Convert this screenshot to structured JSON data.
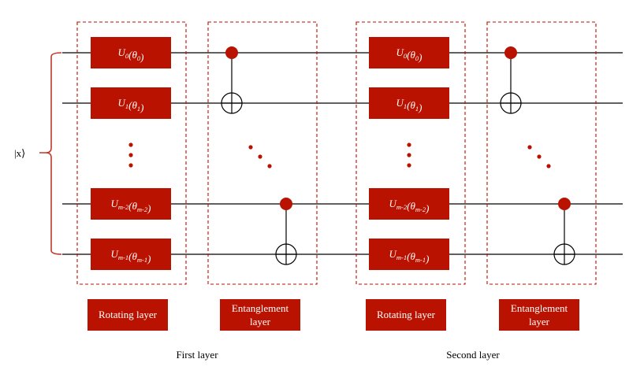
{
  "colors": {
    "accent": "#b91200",
    "brace": "#c0392b",
    "wire": "#000000",
    "text_on_accent": "#ffffff"
  },
  "input_state": "|x⟩",
  "qubits": [
    "0",
    "1",
    "m-2",
    "m-1"
  ],
  "layers": [
    {
      "caption": "First layer",
      "rotating": {
        "label": "Rotating layer",
        "gates": [
          {
            "u": "U",
            "u_sub": "0",
            "theta": "θ",
            "theta_sub": "0"
          },
          {
            "u": "U",
            "u_sub": "1",
            "theta": "θ",
            "theta_sub": "1"
          },
          {
            "u": "U",
            "u_sub": "m-2",
            "theta": "θ",
            "theta_sub": "m-2"
          },
          {
            "u": "U",
            "u_sub": "m-1",
            "theta": "θ",
            "theta_sub": "m-1"
          }
        ]
      },
      "entanglement": {
        "label_line1": "Entanglement",
        "label_line2": "layer",
        "cnots": [
          {
            "control": 0,
            "target": 1
          },
          {
            "control": 2,
            "target": 3
          }
        ]
      }
    },
    {
      "caption": "Second layer",
      "rotating": {
        "label": "Rotating layer",
        "gates": [
          {
            "u": "U",
            "u_sub": "0",
            "theta": "θ",
            "theta_sub": "0"
          },
          {
            "u": "U",
            "u_sub": "1",
            "theta": "θ",
            "theta_sub": "1"
          },
          {
            "u": "U",
            "u_sub": "m-2",
            "theta": "θ",
            "theta_sub": "m-2"
          },
          {
            "u": "U",
            "u_sub": "m-1",
            "theta": "θ",
            "theta_sub": "m-1"
          }
        ]
      },
      "entanglement": {
        "label_line1": "Entanglement",
        "label_line2": "layer",
        "cnots": [
          {
            "control": 0,
            "target": 1
          },
          {
            "control": 2,
            "target": 3
          }
        ]
      }
    }
  ]
}
